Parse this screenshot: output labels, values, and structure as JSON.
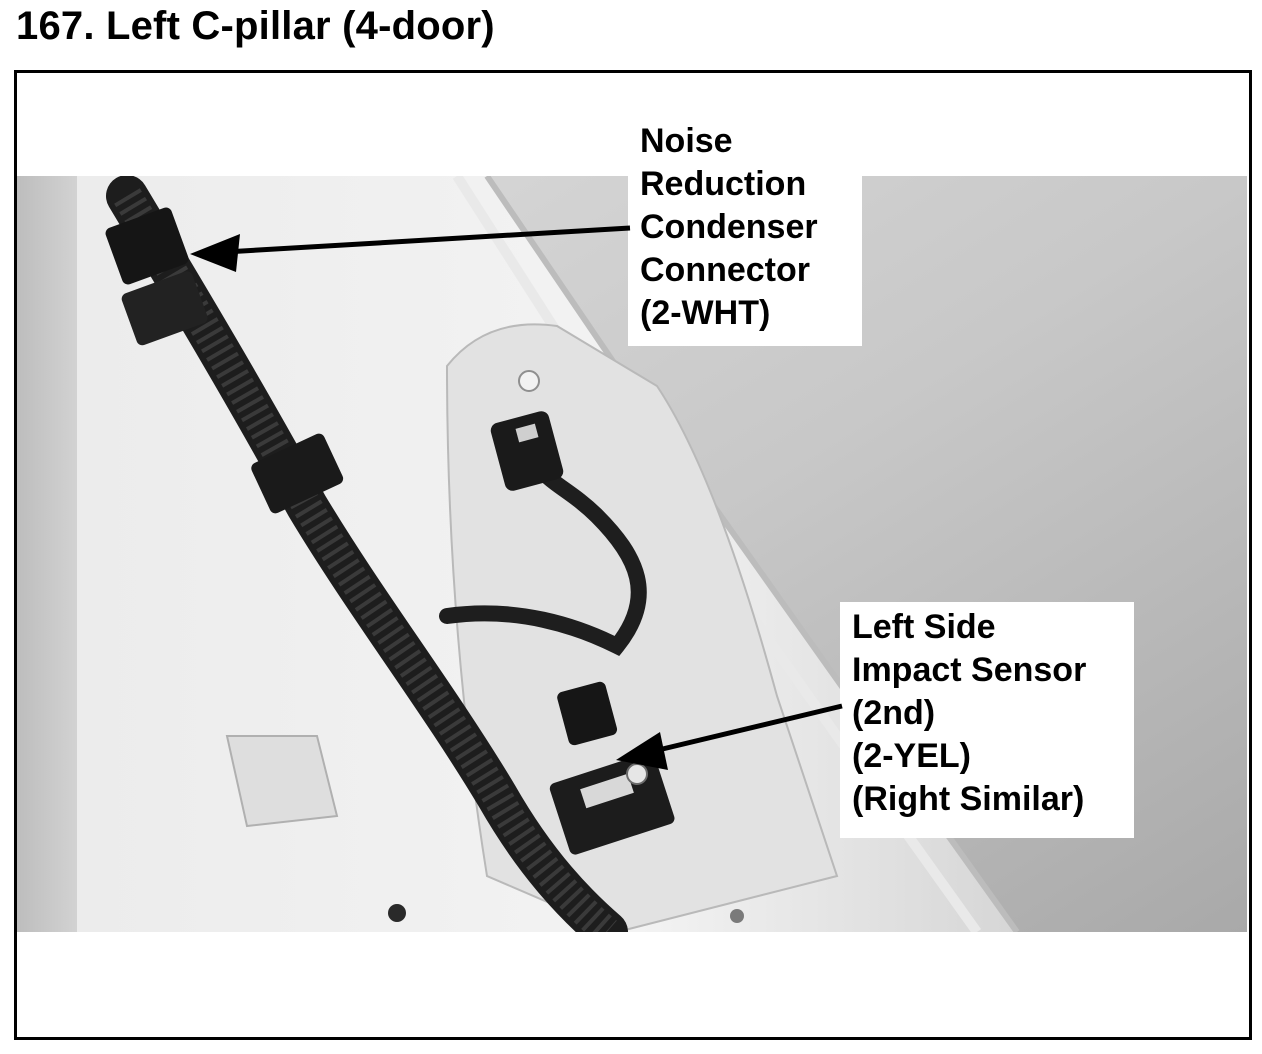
{
  "page": {
    "title": "167. Left C-pillar (4-door)"
  },
  "callouts": {
    "noise_reduction": {
      "lines": [
        "Noise",
        "Reduction",
        "Condenser",
        "Connector",
        "(2-WHT)"
      ]
    },
    "impact_sensor": {
      "lines": [
        "Left Side",
        "Impact Sensor",
        "(2nd)",
        "(2-YEL)",
        "(Right Similar)"
      ]
    }
  }
}
